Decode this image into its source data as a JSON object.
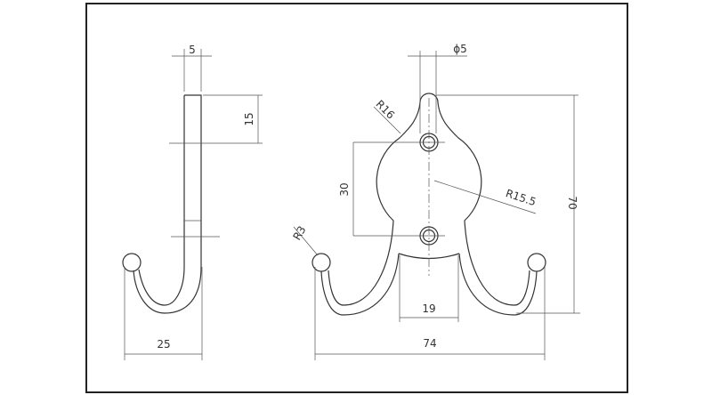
{
  "drawing": {
    "side_view": {
      "width_label": "5",
      "top_segment_label": "15",
      "hook_width_label": "25"
    },
    "front_view": {
      "hole_diameter_label": "ϕ5",
      "upper_radius_label": "R16",
      "body_radius_label": "R15.5",
      "hole_spacing_label": "30",
      "overall_height_label": "70",
      "ball_radius_label": "R3",
      "notch_width_label": "19",
      "overall_width_label": "74"
    }
  }
}
